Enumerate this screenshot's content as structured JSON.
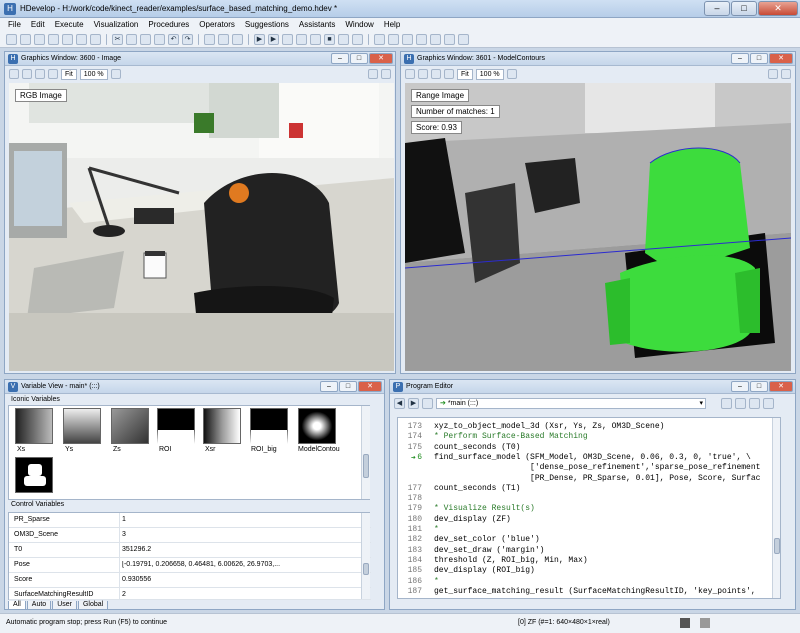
{
  "app": {
    "title": "HDevelop - H:/work/code/kinect_reader/examples/surface_based_matching_demo.hdev *"
  },
  "menu": [
    "File",
    "Edit",
    "Execute",
    "Visualization",
    "Procedures",
    "Operators",
    "Suggestions",
    "Assistants",
    "Window",
    "Help"
  ],
  "graphics1": {
    "title": "Graphics Window: 3600 - Image",
    "fit": "Fit",
    "zoom": "100 %",
    "overlay": "RGB Image"
  },
  "graphics2": {
    "title": "Graphics Window: 3601 - ModelContours",
    "fit": "Fit",
    "zoom": "100 %",
    "overlay1": "Range Image",
    "overlay2": "Number of matches: 1",
    "overlay3": "Score: 0.93"
  },
  "varview": {
    "title": "Variable View - main* (:::)",
    "iconic_label": "Iconic Variables",
    "control_label": "Control Variables",
    "iconic": [
      "Xs",
      "Ys",
      "Zs",
      "ROI",
      "Xsr",
      "ROI_big",
      "ModelContou"
    ],
    "control": [
      {
        "name": "PR_Sparse",
        "value": "1"
      },
      {
        "name": "OM3D_Scene",
        "value": "3"
      },
      {
        "name": "T0",
        "value": "351296.2"
      },
      {
        "name": "Pose",
        "value": "[-0.19791, 0.206658, 0.46481, 6.00626, 26.9703,..."
      },
      {
        "name": "Score",
        "value": "0.930556"
      },
      {
        "name": "SurfaceMatchingResultID",
        "value": "2"
      }
    ],
    "tabs": [
      "All",
      "Auto",
      "User",
      "Global"
    ]
  },
  "editor": {
    "title": "Program Editor",
    "proc": "*main (:::)",
    "lines": [
      {
        "n": "173",
        "t": "xyz_to_object_model_3d (Xsr, Ys, Zs, OM3D_Scene)",
        "c": false
      },
      {
        "n": "174",
        "t": "* Perform Surface-Based Matching",
        "c": true
      },
      {
        "n": "175",
        "t": "count_seconds (T0)",
        "c": false
      },
      {
        "n": "6",
        "t": "find_surface_model (SFM_Model, OM3D_Scene, 0.06, 0.3, 0, 'true', \\",
        "c": false
      },
      {
        "n": "",
        "t": "                    ['dense_pose_refinement','sparse_pose_refinement",
        "c": false
      },
      {
        "n": "",
        "t": "                    [PR_Dense, PR_Sparse, 0.01], Pose, Score, Surfac",
        "c": false
      },
      {
        "n": "177",
        "t": "count_seconds (T1)",
        "c": false
      },
      {
        "n": "178",
        "t": "",
        "c": false
      },
      {
        "n": "179",
        "t": "* Visualize Result(s)",
        "c": true
      },
      {
        "n": "180",
        "t": "dev_display (ZF)",
        "c": false
      },
      {
        "n": "181",
        "t": "*",
        "c": true
      },
      {
        "n": "182",
        "t": "dev_set_color ('blue')",
        "c": false
      },
      {
        "n": "183",
        "t": "dev_set_draw ('margin')",
        "c": false
      },
      {
        "n": "184",
        "t": "threshold (Z, ROI_big, Min, Max)",
        "c": false
      },
      {
        "n": "185",
        "t": "dev_display (ROI_big)",
        "c": false
      },
      {
        "n": "186",
        "t": "*",
        "c": true
      },
      {
        "n": "187",
        "t": "get_surface_matching_result (SurfaceMatchingResultID, 'key_points',",
        "c": false
      }
    ]
  },
  "status": {
    "left": "Automatic program stop; press Run (F5) to continue",
    "right": "[0] ZF (#=1: 640×480×1×real)"
  }
}
